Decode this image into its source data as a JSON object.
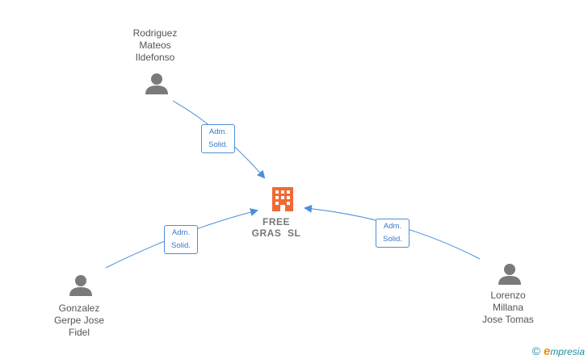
{
  "company": {
    "name_lines": [
      "FREE",
      "GRAS  SL"
    ],
    "color": "#f06a35"
  },
  "people": [
    {
      "name_lines": [
        "Rodriguez",
        "Mateos",
        "Ildefonso"
      ]
    },
    {
      "name_lines": [
        "Gonzalez",
        "Gerpe Jose",
        "Fidel"
      ]
    },
    {
      "name_lines": [
        "Lorenzo",
        "Millana",
        "Jose Tomas"
      ]
    }
  ],
  "edges": [
    {
      "label_lines": [
        "Adm.",
        "Solid."
      ]
    },
    {
      "label_lines": [
        "Adm.",
        "Solid."
      ]
    },
    {
      "label_lines": [
        "Adm.",
        "Solid."
      ]
    }
  ],
  "colors": {
    "edge": "#4a8fdc",
    "person_icon": "#7a7a7a"
  },
  "watermark": {
    "symbol": "©",
    "brand_initial": "e",
    "brand_rest": "mpresia"
  }
}
